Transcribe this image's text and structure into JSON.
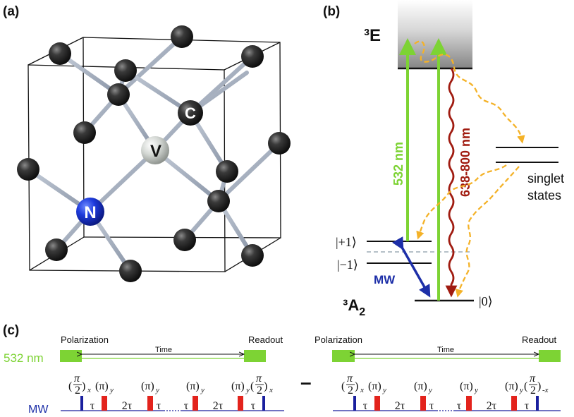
{
  "panels": {
    "a": "(a)",
    "b": "(b)",
    "c": "(c)"
  },
  "panel_a": {
    "atoms": {
      "vacancy": "V",
      "nitrogen": "N",
      "carbon": "C"
    }
  },
  "panel_b": {
    "excited_state": "³E",
    "ground_state_main": "³A",
    "ground_state_sub": "2",
    "green_laser": "532 nm",
    "red_emission": "638-800 nm",
    "singlet_line1": "singlet",
    "singlet_line2": "states",
    "level_plus": "|+1⟩",
    "level_minus": "|−1⟩",
    "level_zero": "|0⟩",
    "microwave": "MW"
  },
  "panel_c": {
    "row_laser": "532 nm",
    "row_mw": "MW",
    "minus_sign": "–",
    "left": {
      "polarization": "Polarization",
      "readout": "Readout",
      "time": "Time",
      "pulses": [
        "(π/2)x",
        "(π)y",
        "(π)y",
        "(π)y",
        "(π)y",
        "(π/2)x"
      ],
      "delays": [
        "τ",
        "2τ",
        "τ",
        "τ",
        "2τ",
        "τ"
      ]
    },
    "right": {
      "polarization": "Polarization",
      "readout": "Readout",
      "time": "Time",
      "pulses": [
        "(π/2)x",
        "(π)y",
        "(π)y",
        "(π)y",
        "(π)y",
        "(π/2)-x"
      ],
      "delays": [
        "τ",
        "2τ",
        "τ",
        "τ",
        "2τ",
        "τ"
      ]
    }
  },
  "colors": {
    "green": "#7dd334",
    "dark_red": "#a01b10",
    "blue": "#1d2fa8",
    "orange": "#f4b228",
    "pulse_red": "#e3231c",
    "pulse_blue": "#1a1f9e"
  }
}
